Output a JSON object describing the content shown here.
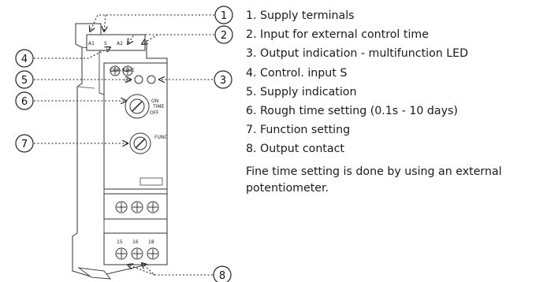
{
  "diagram": {
    "markers": [
      "1",
      "2",
      "3",
      "4",
      "5",
      "6",
      "7",
      "8"
    ],
    "device": {
      "model": "CRM-91HE",
      "led_label_un": "Un",
      "control_label": "TIME",
      "func_label": "FUNC",
      "dial_on": "ON",
      "dial_off": "OFF",
      "top_terminals": [
        "A1",
        "S",
        "A2"
      ],
      "bottom_terminals": [
        "15",
        "16",
        "18"
      ]
    }
  },
  "legend": {
    "items": [
      "1. Supply terminals",
      "2. Input for external control time",
      "3. Output indication - multifunction LED",
      "4. Control. input S",
      "5. Supply indication",
      "6. Rough time setting (0.1s - 10 days)",
      "7. Function setting",
      "8. Output contact"
    ],
    "note": "Fine time setting is done by using an external potentiometer."
  }
}
